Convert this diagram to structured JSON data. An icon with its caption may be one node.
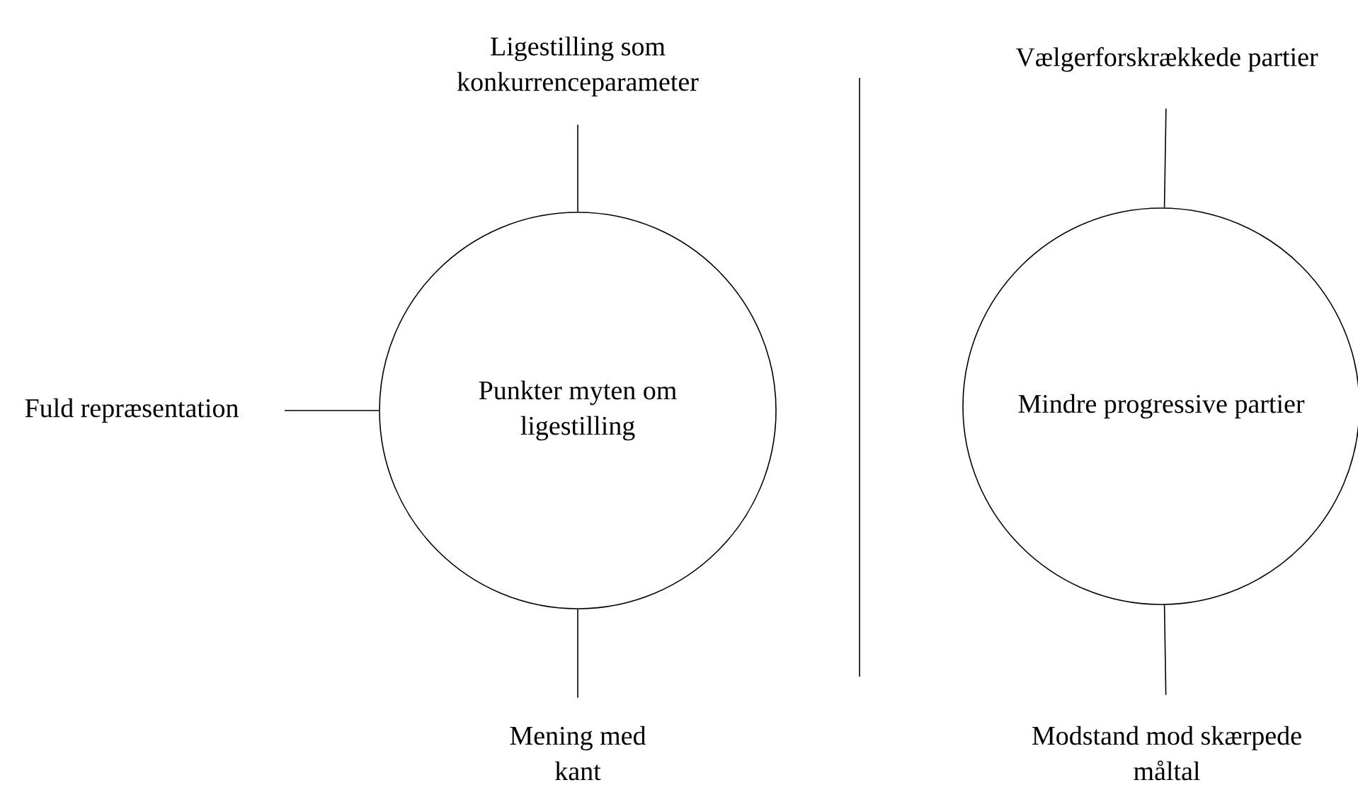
{
  "diagram": {
    "nodes": [
      {
        "text": [
          "Ligestilling som konkurrenceparameter"
        ]
      },
      {
        "text": [
          "Fuld repræsentation"
        ]
      },
      {
        "text": [
          "Punkter myten om ligestilling"
        ]
      },
      {
        "text": [
          "Mening med kant"
        ]
      },
      {
        "text": [
          "Vælgerforskrækkede partier"
        ]
      },
      {
        "text": [
          "Mindre progressive partier"
        ]
      },
      {
        "text": [
          "Modstand mod skærpede måltal"
        ]
      }
    ],
    "edges": [
      {
        "from": 0,
        "to": 2,
        "arrow": "none"
      },
      {
        "from": 1,
        "to": 2,
        "arrow": "none"
      },
      {
        "from": 2,
        "to": 3,
        "arrow": "none"
      },
      {
        "from": 4,
        "to": 5,
        "arrow": "none"
      },
      {
        "from": 5,
        "to": 6,
        "arrow": "none"
      }
    ]
  }
}
